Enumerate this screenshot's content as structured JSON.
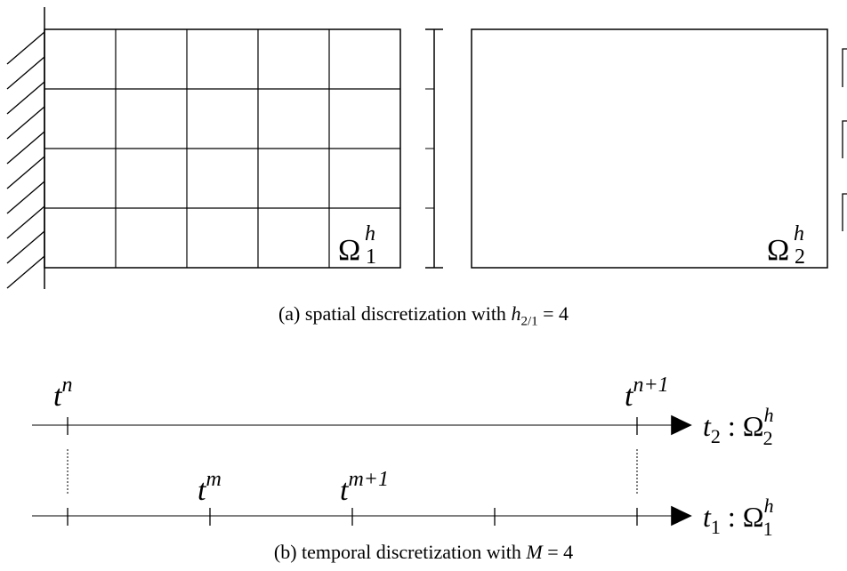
{
  "spatial": {
    "domain1_label": "Ω",
    "domain1_sup": "h",
    "domain1_sub": "1",
    "domain2_label": "Ω",
    "domain2_sup": "h",
    "domain2_sub": "2",
    "fine_grid_cols": 5,
    "fine_grid_rows": 4
  },
  "temporal": {
    "coarse_tick_labels": [
      {
        "base": "t",
        "sup": "n"
      },
      {
        "base": "t",
        "sup": "n+1"
      }
    ],
    "fine_tick_labels": [
      {
        "base": "t",
        "sup": "m"
      },
      {
        "base": "t",
        "sup": "m+1"
      }
    ],
    "axis2_label": {
      "t": "t",
      "tsub": "2",
      "colon": ":",
      "omega": "Ω",
      "sup": "h",
      "sub": "2"
    },
    "axis1_label": {
      "t": "t",
      "tsub": "1",
      "colon": ":",
      "omega": "Ω",
      "sup": "h",
      "sub": "1"
    },
    "fine_steps_M": 4
  },
  "captions": {
    "a_prefix": "(a)  spatial discretization with ",
    "a_var": "h",
    "a_sub": "2/1",
    "a_rest": " = 4",
    "b_prefix": "(b)  temporal discretization with ",
    "b_var": "M",
    "b_rest": " = 4"
  }
}
